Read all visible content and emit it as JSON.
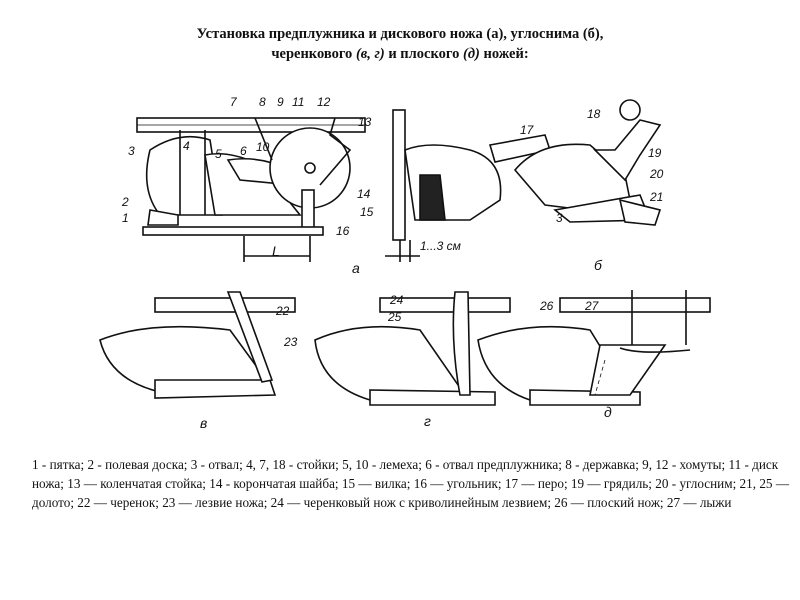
{
  "title": {
    "line1": "Установка предплужника и дискового ножа (а), углоснима (б),",
    "line2_a": "черенкового ",
    "line2_b": "(в, г)",
    "line2_c": " и плоского ",
    "line2_d": "(д)",
    "line2_e": " ножей:"
  },
  "figure_labels": {
    "fig_a": {
      "n1": "1",
      "n2": "2",
      "n3": "3",
      "n4": "4",
      "n5": "5",
      "n6": "6",
      "n7": "7",
      "n8": "8",
      "n9": "9",
      "n10": "10",
      "n11": "11",
      "n12": "12",
      "n13": "13",
      "n14": "14",
      "n15": "15",
      "n16": "16",
      "dim": "L",
      "letter": "а"
    },
    "fig_side": {
      "dim": "1...3 см"
    },
    "fig_b": {
      "n17": "17",
      "n18": "18",
      "n19": "19",
      "n20": "20",
      "n21": "21",
      "n3": "3",
      "letter": "б"
    },
    "fig_v": {
      "n22": "22",
      "n23": "23",
      "letter": "в"
    },
    "fig_g": {
      "n24": "24",
      "n25": "25",
      "letter": "г"
    },
    "fig_d": {
      "n26": "26",
      "n27": "27",
      "letter": "д"
    }
  },
  "legend": "1 - пятка; 2 - полевая доска; 3 - отвал; 4, 7, 18 - стойки; 5, 10 - лемеха; 6 - отвал предплужника; 8 - державка; 9, 12 - хомуты; 11 - диск ножа; 13 — коленчатая стойка; 14 - корончатая шайба; 15 — вилка; 16 — угольник; 17 — перо; 19 — грядиль; 20 - углосним; 21, 25 — долото; 22 — черенок; 23 — лезвие ножа; 24 — черенковый нож с криволинейным лезвием; 26 — плоский нож; 27 — лыжи"
}
